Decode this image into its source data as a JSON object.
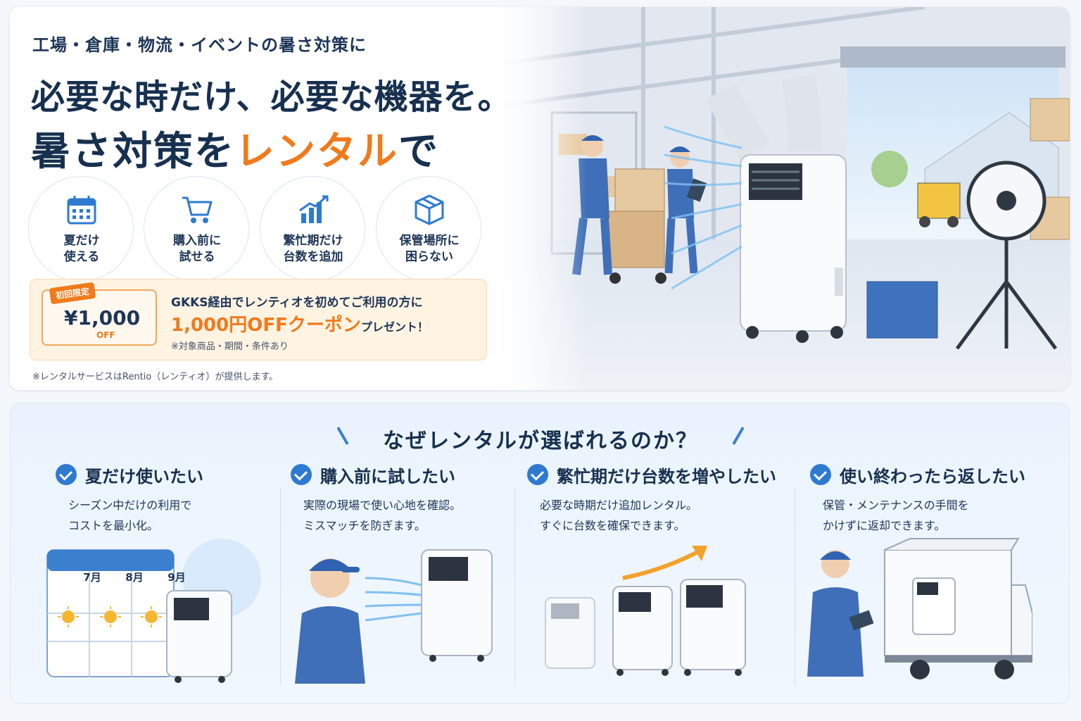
{
  "hero": {
    "lead": "工場・倉庫・物流・イベントの暑さ対策に",
    "headline1": "必要な時だけ、必要な機器を。",
    "headline2_prefix": "暑さ対策を",
    "headline2_accent": "レンタル",
    "headline2_suffix": "で",
    "features": [
      {
        "icon": "calendar-icon",
        "line1": "夏だけ",
        "line2": "使える"
      },
      {
        "icon": "cart-icon",
        "line1": "購入前に",
        "line2": "試せる"
      },
      {
        "icon": "chart-icon",
        "line1": "繁忙期だけ",
        "line2": "台数を追加"
      },
      {
        "icon": "box-icon",
        "line1": "保管場所に",
        "line2": "困らない"
      }
    ],
    "coupon": {
      "tag": "初回限定",
      "amount": "¥1,000",
      "off": "OFF",
      "line1": "GKKS経由でレンティオを初めてご利用の方に",
      "line2": "1,000円OFFクーポン",
      "line2_suffix": "プレゼント！",
      "note": "※対象商品・期間・条件あり"
    },
    "provider_note": "※レンタルサービスはRentio（レンティオ）が提供します。"
  },
  "why": {
    "title": "なぜレンタルが選ばれるのか？",
    "columns": [
      {
        "title": "夏だけ使いたい",
        "desc1": "シーズン中だけの利用で",
        "desc2": "コストを最小化。",
        "months": [
          "7月",
          "8月",
          "9月"
        ]
      },
      {
        "title": "購入前に試したい",
        "desc1": "実際の現場で使い心地を確認。",
        "desc2": "ミスマッチを防ぎます。"
      },
      {
        "title": "繁忙期だけ台数を増やしたい",
        "desc1": "必要な時期だけ追加レンタル。",
        "desc2": "すぐに台数を確保できます。"
      },
      {
        "title": "使い終わったら返したい",
        "desc1": "保管・メンテナンスの手間を",
        "desc2": "かけずに返却できます。"
      }
    ]
  },
  "colors": {
    "navy": "#17304f",
    "orange": "#f07a1c",
    "blue": "#2f7ad1"
  }
}
